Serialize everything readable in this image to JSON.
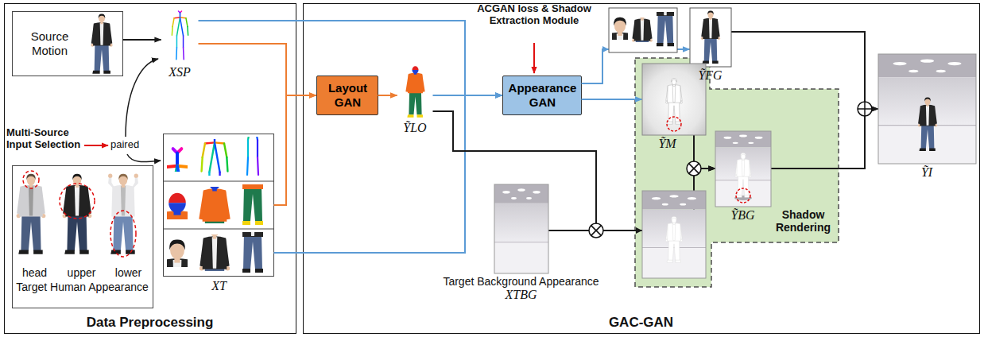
{
  "diagram": {
    "nodes": [
      {
        "text": [
          "Data Preprocessing"
        ]
      },
      {
        "text": [
          "Source Motion"
        ],
        "in": 0
      },
      {
        "text": [
          "XSP"
        ],
        "in": 0
      },
      {
        "text": [
          "head",
          "upper",
          "lower",
          "Target Human Appearance"
        ],
        "in": 0
      },
      {
        "text": [
          "XT"
        ],
        "in": 0
      },
      {
        "text": [
          "GAC-GAN"
        ]
      },
      {
        "text": [
          "Layout GAN"
        ],
        "in": 5
      },
      {
        "text": [
          "ỸLO"
        ],
        "in": 5
      },
      {
        "text": [
          "Appearance GAN"
        ],
        "in": 5
      },
      {
        "text": [
          "ỸFG"
        ],
        "in": 5
      },
      {
        "text": [
          "Shadow Rendering"
        ],
        "in": 5
      },
      {
        "text": [
          "ỸM"
        ],
        "in": 10
      },
      {
        "text": [
          "ỸBG"
        ],
        "in": 10
      },
      {
        "text": [
          "Target Background Appearance",
          "XTBG"
        ],
        "in": 5
      },
      {
        "text": [
          "ỸI"
        ],
        "in": 5
      }
    ],
    "edges": [
      {
        "from": 1,
        "to": 2,
        "arrow": "to"
      },
      {
        "from": 2,
        "to": 6,
        "arrow": "to"
      },
      {
        "from": 4,
        "to": 6,
        "arrow": "to"
      },
      {
        "from": 6,
        "to": 7,
        "arrow": "to"
      },
      {
        "from": 7,
        "to": 8,
        "arrow": "to"
      },
      {
        "from": 2,
        "to": 8,
        "arrow": "to"
      },
      {
        "from": 4,
        "to": 8,
        "arrow": "to"
      },
      {
        "from": 8,
        "to": 9,
        "arrow": "to"
      },
      {
        "from": 8,
        "to": 11,
        "arrow": "to"
      },
      {
        "from": 7,
        "to": 12,
        "arrow": "to"
      },
      {
        "from": 13,
        "to": 12,
        "arrow": "to"
      },
      {
        "from": 11,
        "to": 12,
        "arrow": "to"
      },
      {
        "from": 9,
        "to": 14,
        "arrow": "to"
      },
      {
        "from": 12,
        "to": 14,
        "arrow": "to"
      }
    ],
    "labels": [
      "Multi-Source Input Selection",
      "paired",
      "ACGAN loss & Shadow Extraction Module"
    ]
  }
}
